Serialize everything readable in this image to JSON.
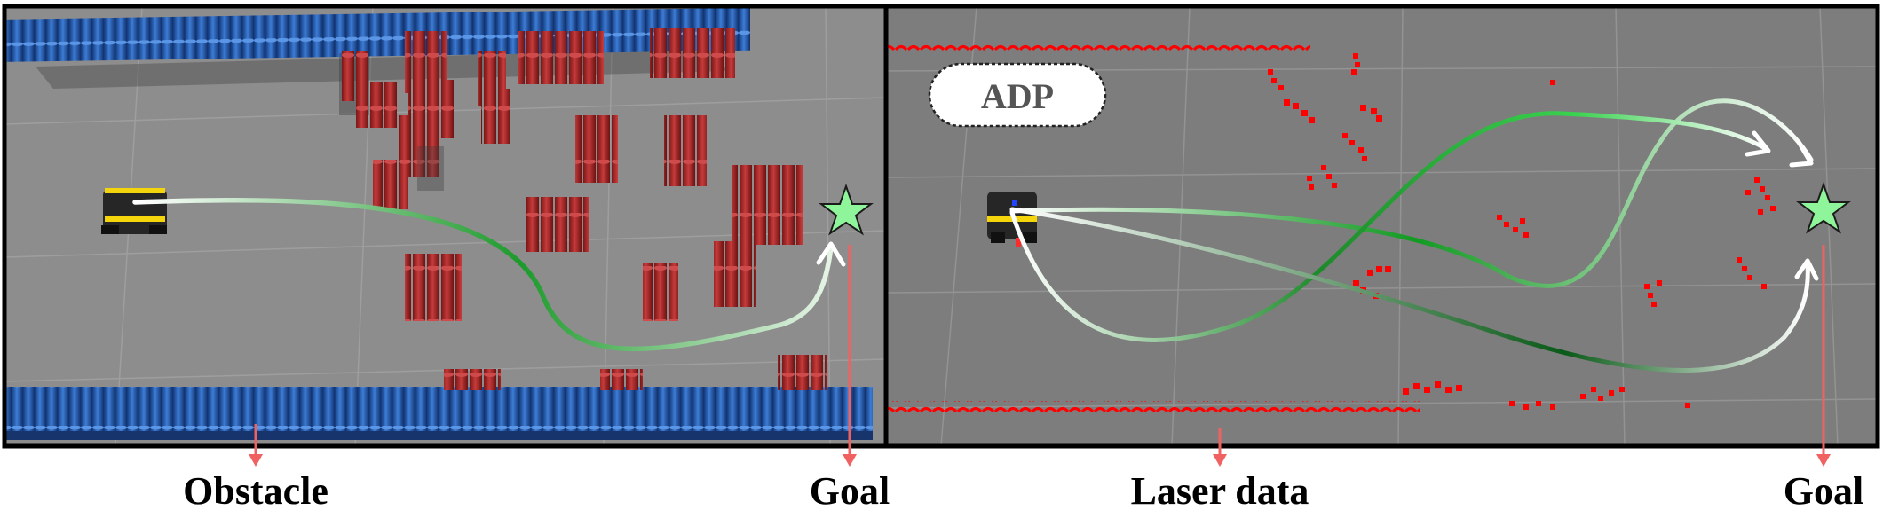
{
  "left_panel": {
    "labels": {
      "obstacle": "Obstacle",
      "goal": "Goal"
    }
  },
  "right_panel": {
    "badge": "ADP",
    "labels": {
      "laser": "Laser data",
      "goal": "Goal"
    }
  },
  "colors": {
    "floor_left": "#8c8c8c",
    "floor_right": "#7c7c7c",
    "wall_blue": "#2a5fb0",
    "obstacle_red": "#b03030",
    "laser_red": "#ff0000",
    "path_green": "#1f9a2c",
    "goal_star": "#8ff59a",
    "pointer": "#f06262"
  },
  "icons": {
    "goal": "star-icon",
    "robot": "robot-icon"
  }
}
